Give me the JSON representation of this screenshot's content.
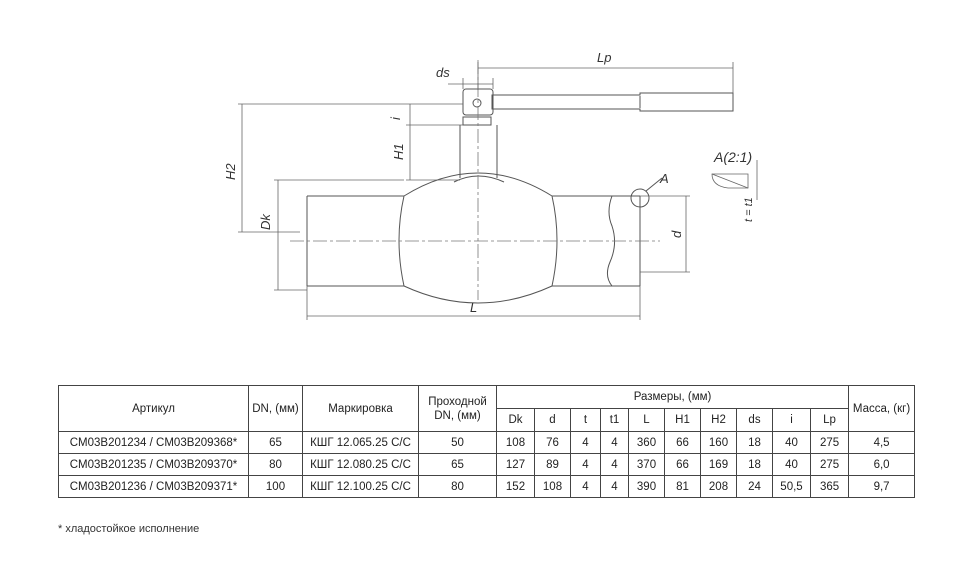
{
  "drawing": {
    "labels": {
      "lp": "Lp",
      "ds": "ds",
      "i": "i",
      "h1": "H1",
      "h2": "H2",
      "dk": "Dk",
      "d": "d",
      "l": "L",
      "a": "A",
      "detail": "A(2:1)",
      "t": "t = t1"
    }
  },
  "table": {
    "headers": {
      "article": "Артикул",
      "dn": "DN, (мм)",
      "marking": "Маркировка",
      "bore": "Проходной DN, (мм)",
      "dimensions": "Размеры, (мм)",
      "mass": "Масса, (кг)"
    },
    "sub_headers": [
      "Dk",
      "d",
      "t",
      "t1",
      "L",
      "H1",
      "H2",
      "ds",
      "i",
      "Lp"
    ],
    "rows": [
      [
        "CM03B201234 / CM03B209368*",
        "65",
        "КШГ 12.065.25 С/С",
        "50",
        "108",
        "76",
        "4",
        "4",
        "360",
        "66",
        "160",
        "18",
        "40",
        "275",
        "4,5"
      ],
      [
        "CM03B201235 / CM03B209370*",
        "80",
        "КШГ 12.080.25 С/С",
        "65",
        "127",
        "89",
        "4",
        "4",
        "370",
        "66",
        "169",
        "18",
        "40",
        "275",
        "6,0"
      ],
      [
        "CM03B201236 / CM03B209371*",
        "100",
        "КШГ 12.100.25 С/С",
        "80",
        "152",
        "108",
        "4",
        "4",
        "390",
        "81",
        "208",
        "24",
        "50,5",
        "365",
        "9,7"
      ]
    ]
  },
  "footnote": "* хладостойкое исполнение"
}
